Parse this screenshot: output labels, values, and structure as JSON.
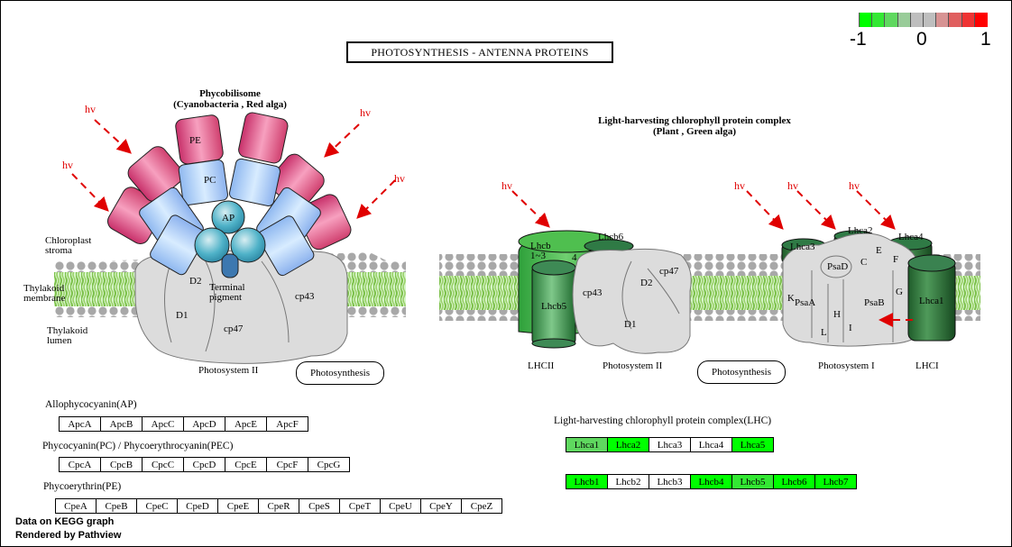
{
  "title": "PHOTOSYNTHESIS - ANTENNA PROTEINS",
  "legend": {
    "colors": [
      "#00ff00",
      "#33e833",
      "#5fd85f",
      "#99cc99",
      "#bebebe",
      "#bebebe",
      "#d79393",
      "#e05f5f",
      "#ef3333",
      "#ff0000"
    ],
    "ticks": [
      "-1",
      "0",
      "1"
    ]
  },
  "phycobilisome": {
    "heading_line1": "Phycobilisome",
    "heading_line2": "(Cyanobacteria , Red alga)",
    "labels": {
      "pe": "PE",
      "pc": "PC",
      "ap": "AP"
    },
    "hv": "hv"
  },
  "membrane_labels": {
    "stroma": [
      "Chloroplast",
      "stroma"
    ],
    "membrane": [
      "Thylakoid",
      "membrane"
    ],
    "lumen": [
      "Thylakoid",
      "lumen"
    ]
  },
  "psii_left": {
    "d2": "D2",
    "d1": "D1",
    "terminal": [
      "Terminal",
      "pigment"
    ],
    "cp43": "cp43",
    "cp47": "cp47",
    "caption": "Photosystem II"
  },
  "lhc_complex": {
    "heading_line1": "Light-harvesting chlorophyll protein complex",
    "heading_line2": "(Plant , Green alga)",
    "lhcb13": [
      "Lhcb",
      "1~3"
    ],
    "lhcb4": "4",
    "lhcb6": "Lhcb6",
    "lhcb5": "Lhcb5",
    "cp43": "cp43",
    "cp47": "cp47",
    "d2": "D2",
    "d1": "D1",
    "lhcii_caption": "LHCII",
    "psii_caption": "Photosystem II",
    "lhca3": "Lhca3",
    "lhca2": "Lhca2",
    "lhca4": "Lhca4",
    "lhca1": "Lhca1",
    "psad": "PsaD",
    "c": "C",
    "e": "E",
    "f": "F",
    "g": "G",
    "k": "K",
    "psaa": "PsaA",
    "psab": "PsaB",
    "h": "H",
    "i": "I",
    "l": "L",
    "psi_caption": "Photosystem I",
    "lhci_caption": "LHCI"
  },
  "pathway_links": [
    {
      "label": "Photosynthesis"
    },
    {
      "label": "Photosynthesis"
    }
  ],
  "gene_groups": [
    {
      "label": "Allophycocyanin(AP)",
      "genes": [
        {
          "name": "ApcA",
          "color": "#ffffff"
        },
        {
          "name": "ApcB",
          "color": "#ffffff"
        },
        {
          "name": "ApcC",
          "color": "#ffffff"
        },
        {
          "name": "ApcD",
          "color": "#ffffff"
        },
        {
          "name": "ApcE",
          "color": "#ffffff"
        },
        {
          "name": "ApcF",
          "color": "#ffffff"
        }
      ]
    },
    {
      "label": "Phycocyanin(PC) / Phycoerythrocyanin(PEC)",
      "genes": [
        {
          "name": "CpcA",
          "color": "#ffffff"
        },
        {
          "name": "CpcB",
          "color": "#ffffff"
        },
        {
          "name": "CpcC",
          "color": "#ffffff"
        },
        {
          "name": "CpcD",
          "color": "#ffffff"
        },
        {
          "name": "CpcE",
          "color": "#ffffff"
        },
        {
          "name": "CpcF",
          "color": "#ffffff"
        },
        {
          "name": "CpcG",
          "color": "#ffffff"
        }
      ]
    },
    {
      "label": "Phycoerythrin(PE)",
      "genes": [
        {
          "name": "CpeA",
          "color": "#ffffff"
        },
        {
          "name": "CpeB",
          "color": "#ffffff"
        },
        {
          "name": "CpeC",
          "color": "#ffffff"
        },
        {
          "name": "CpeD",
          "color": "#ffffff"
        },
        {
          "name": "CpeE",
          "color": "#ffffff"
        },
        {
          "name": "CpeR",
          "color": "#ffffff"
        },
        {
          "name": "CpeS",
          "color": "#ffffff"
        },
        {
          "name": "CpeT",
          "color": "#ffffff"
        },
        {
          "name": "CpeU",
          "color": "#ffffff"
        },
        {
          "name": "CpeY",
          "color": "#ffffff"
        },
        {
          "name": "CpeZ",
          "color": "#ffffff"
        }
      ]
    },
    {
      "label": "Light-harvesting chlorophyll protein complex(LHC)",
      "genes": [
        {
          "name": "Lhca1",
          "color": "#5fd85f"
        },
        {
          "name": "Lhca2",
          "color": "#00ff00"
        },
        {
          "name": "Lhca3",
          "color": "#ffffff"
        },
        {
          "name": "Lhca4",
          "color": "#ffffff"
        },
        {
          "name": "Lhca5",
          "color": "#00ff00"
        }
      ]
    },
    {
      "label": "",
      "genes": [
        {
          "name": "Lhcb1",
          "color": "#00ff00"
        },
        {
          "name": "Lhcb2",
          "color": "#ffffff"
        },
        {
          "name": "Lhcb3",
          "color": "#ffffff"
        },
        {
          "name": "Lhcb4",
          "color": "#00ff00"
        },
        {
          "name": "Lhcb5",
          "color": "#33e833"
        },
        {
          "name": "Lhcb6",
          "color": "#00ff00"
        },
        {
          "name": "Lhcb7",
          "color": "#00ff00"
        }
      ]
    }
  ],
  "footer": {
    "line1": "Data on KEGG graph",
    "line2": "Rendered by Pathview"
  }
}
